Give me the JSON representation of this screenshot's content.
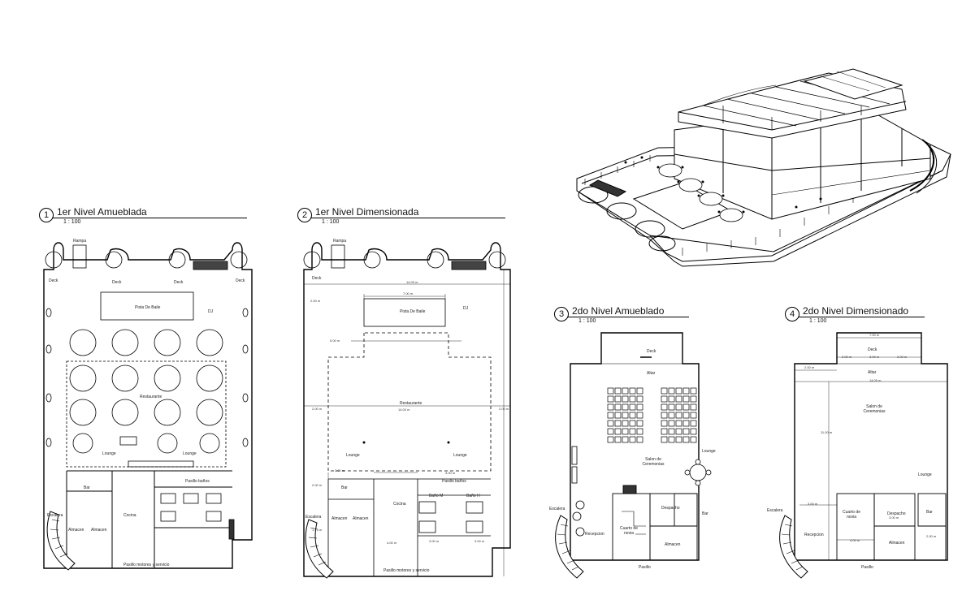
{
  "views": [
    {
      "number": "1",
      "title": "1er Nivel Amueblada",
      "scale": "1 : 100"
    },
    {
      "number": "2",
      "title": "1er Nivel Dimensionada",
      "scale": "1 : 100"
    },
    {
      "number": "3",
      "title": "2do Nivel Amueblado",
      "scale": "1 : 100"
    },
    {
      "number": "4",
      "title": "2do Nivel Dimensionado",
      "scale": "1 : 100"
    }
  ],
  "plan1": {
    "rampa": "Rampa",
    "deck": "Deck",
    "pista": "Pista De Baile",
    "dj": "DJ",
    "restaurante": "Restaurante",
    "lounge": "Lounge",
    "bar": "Bar",
    "cocina": "Cocina",
    "pasillo_banos": "Pasillo baños",
    "almacen": "Almacen",
    "escalera": "Escalera",
    "pasillo_motores": "Pasillo motores y servicio"
  },
  "plan2": {
    "rampa": "Rampa",
    "deck": "Deck",
    "pista": "Pista De Baile",
    "dj": "DJ",
    "restaurante": "Restaurante",
    "lounge": "Lounge",
    "bar": "Bar",
    "cocina": "Cocina",
    "pasillo_banos": "Pasillo baños",
    "almacen": "Almacen",
    "bano_m": "Baño M",
    "bano_h": "Baño H",
    "escalera": "Escalera",
    "pasillo_motores": "Pasillo motores y servicio",
    "dims": {
      "total_width": "14.00 m",
      "pista_w": "7.00 m",
      "deck_h": "2.00 m",
      "rest_w": "14.00 m",
      "side_a": "2.00 m",
      "side_b": "2.00 m",
      "mid": "5.00 m",
      "c1": "3.00 m",
      "c2": "3.00 m",
      "c3": "1.75 m",
      "c4": "2.00 m",
      "c5": "4.00 m",
      "c6": "3.00 m",
      "c7": "3.00 m"
    }
  },
  "plan3": {
    "deck": "Deck",
    "altar": "Altar",
    "salon": "Salon de Ceremonias",
    "lounge": "Lounge",
    "despacho": "Despacho",
    "bar": "Bar",
    "cuarto": "Cuarto de novia",
    "almacen": "Almacen",
    "escalera": "Escalera",
    "recepcion": "Recepcion",
    "pasillo": "Pasillo"
  },
  "plan4": {
    "deck": "Deck",
    "altar": "Altar",
    "salon": "Salon de Ceremonias",
    "lounge": "Lounge",
    "despacho": "Despacho",
    "bar": "Bar",
    "cuarto": "Cuarto de novia",
    "almacen": "Almacen",
    "escalera": "Escalera",
    "recepcion": "Recepcion",
    "pasillo": "Pasillo",
    "dims": {
      "top": "7.00 m",
      "deck_l": "2.00 m",
      "deck_m": "3.00 m",
      "deck_r": "2.00 m",
      "side": "2.00 m",
      "width": "14.00 m",
      "height": "11.00 m",
      "r1": "3.00 m",
      "r2": "4.00 m",
      "r3": "3.00 m",
      "r4": "2.00 m"
    }
  }
}
